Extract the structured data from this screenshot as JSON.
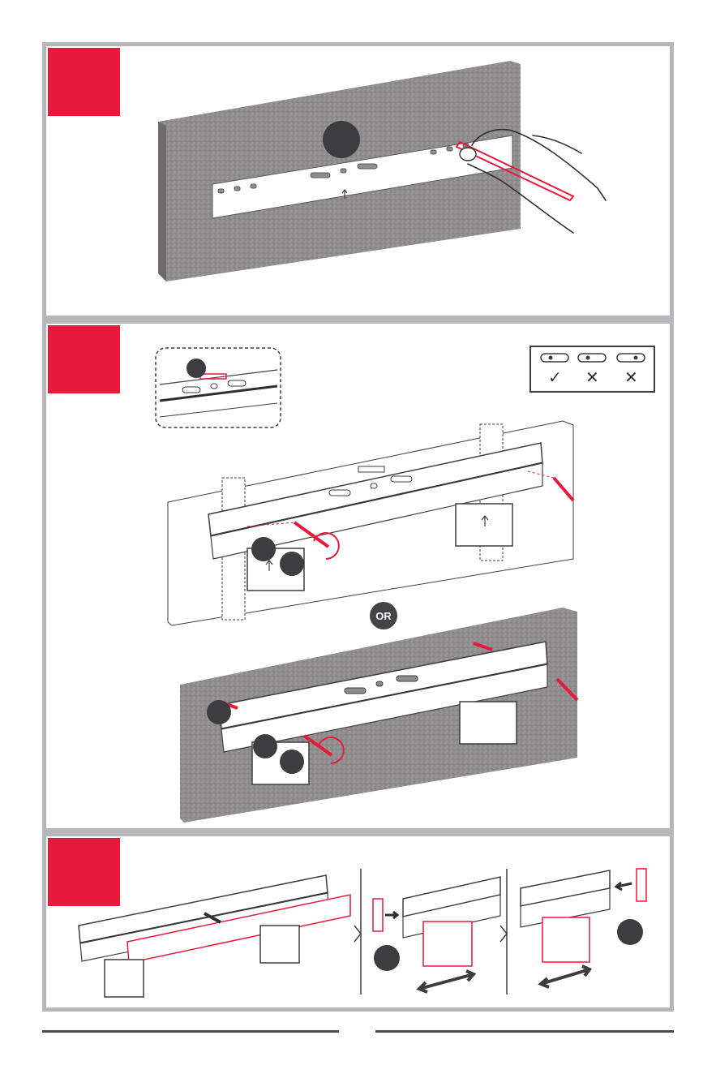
{
  "colors": {
    "accent": "#e8193a",
    "panel_border": "#b7b7b9",
    "wall": "#8f8c8d",
    "marker": "#3d3d3f",
    "line": "#2f2f31"
  },
  "panels": [
    {
      "name": "step-panel-1",
      "step_tag_color": "#e8193a"
    },
    {
      "name": "step-panel-2",
      "step_tag_color": "#e8193a"
    },
    {
      "name": "step-panel-3",
      "step_tag_color": "#e8193a"
    }
  ],
  "separator_text": "OR",
  "slot_check": {
    "marks": [
      "✓",
      "✕",
      "✕"
    ]
  },
  "icons": [
    "level-icon",
    "hand-icon",
    "screw-icon",
    "rotate-arrow-icon",
    "anchor-icon",
    "wall-plate-icon",
    "end-cap-icon",
    "double-arrow-icon"
  ]
}
